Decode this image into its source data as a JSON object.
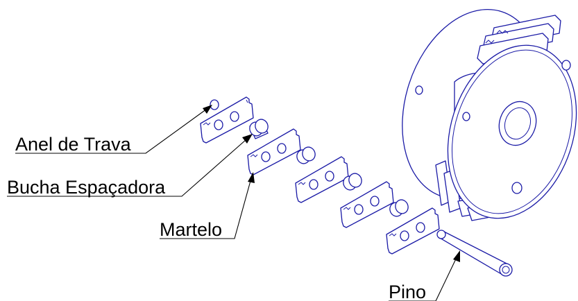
{
  "labels": {
    "anel": "Anel de Trava",
    "bucha": "Bucha Espaçadora",
    "martelo": "Martelo",
    "pino": "Pino"
  },
  "colors": {
    "line": "#1a1aa6",
    "leader": "#000000",
    "background": "#ffffff"
  }
}
